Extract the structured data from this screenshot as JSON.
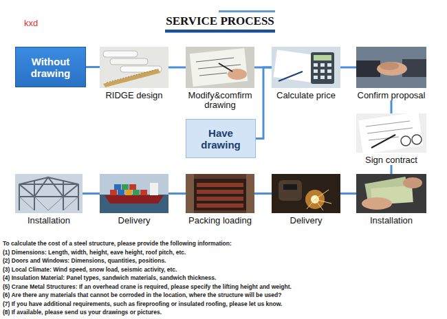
{
  "diagram": {
    "title": "SERVICE PROCESS",
    "nodes": [
      {
        "text": [
          "Without drawing"
        ]
      },
      {
        "text": [
          "RIDGE design"
        ]
      },
      {
        "text": [
          "Modify&comfirm drawing"
        ]
      },
      {
        "text": [
          "Calculate price"
        ]
      },
      {
        "text": [
          "Confirm proposal"
        ]
      },
      {
        "text": [
          "Have drawing"
        ]
      },
      {
        "text": [
          "Sign contract"
        ]
      },
      {
        "text": [
          "Installation"
        ]
      },
      {
        "text": [
          "Delivery"
        ]
      },
      {
        "text": [
          "Packing loading"
        ]
      },
      {
        "text": [
          "Delivery"
        ]
      },
      {
        "text": [
          "Installation"
        ]
      }
    ],
    "edges": [
      {
        "from": 0,
        "to": 1,
        "arrow": "none"
      },
      {
        "from": 1,
        "to": 2,
        "arrow": "none"
      },
      {
        "from": 2,
        "to": 3,
        "arrow": "none"
      },
      {
        "from": 5,
        "to": 3,
        "arrow": "none"
      },
      {
        "from": 3,
        "to": 4,
        "arrow": "none"
      },
      {
        "from": 4,
        "to": 6,
        "arrow": "none"
      },
      {
        "from": 6,
        "to": 7,
        "arrow": "none"
      },
      {
        "from": 7,
        "to": 8,
        "arrow": "none"
      },
      {
        "from": 8,
        "to": 9,
        "arrow": "none"
      },
      {
        "from": 9,
        "to": 10,
        "arrow": "none"
      },
      {
        "from": 10,
        "to": 11,
        "arrow": "none"
      }
    ],
    "labels": [
      "kxd",
      "To calculate the cost of a steel structure, please provide the following information:",
      "(1) Dimensions: Length, width, height, eave height, roof pitch, etc.",
      "(2) Doors and Windows: Dimensions, quantities, positions.",
      "(3) Local Climate: Wind speed, snow load, seismic activity, etc.",
      "(4) Insulation Material: Panel types, sandwich materials, sandwich thickness.",
      "(5) Crane Metal Structures: If an overhead crane is required, please specify the lifting height and weight.",
      "(6) Are there any materials that cannot be corroded in the location, where the structure will be used?",
      "(7) If you have additional requirements, such as fireproofing or insulated roofing, please let us know.",
      "(8) If available, please send us your drawings or pictures."
    ]
  }
}
